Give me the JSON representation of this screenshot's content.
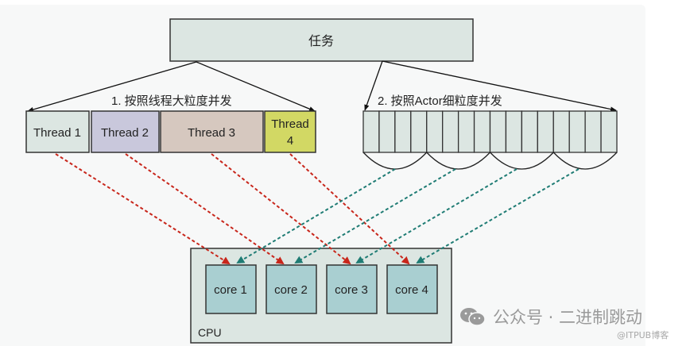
{
  "task": {
    "label": "任务"
  },
  "thread_strategy": {
    "label": "1. 按照线程大粒度并发",
    "threads": [
      {
        "label": "Thread 1",
        "color": "#dce6e2"
      },
      {
        "label": "Thread 2",
        "color": "#c9c8dc"
      },
      {
        "label": "Thread 3",
        "color": "#d6c8bf"
      },
      {
        "label": "Thread 4",
        "label_line1": "Thread",
        "label_line2": "4",
        "color": "#d2d864"
      }
    ]
  },
  "actor_strategy": {
    "label": "2. 按照Actor细粒度并发",
    "actor_count": 16,
    "groups": 4,
    "color": "#dce6e2"
  },
  "cpu": {
    "label": "CPU",
    "color": "#dce6e2",
    "cores": [
      {
        "label": "core 1"
      },
      {
        "label": "core 2"
      },
      {
        "label": "core 3"
      },
      {
        "label": "core 4"
      }
    ],
    "core_color": "#a9cfd1"
  },
  "arrows": {
    "thread_to_core_color": "#c8261b",
    "actor_to_core_color": "#1f7c74"
  },
  "watermark": {
    "text": "公众号 · 二进制跳动",
    "sub": "@ITPUB博客"
  }
}
